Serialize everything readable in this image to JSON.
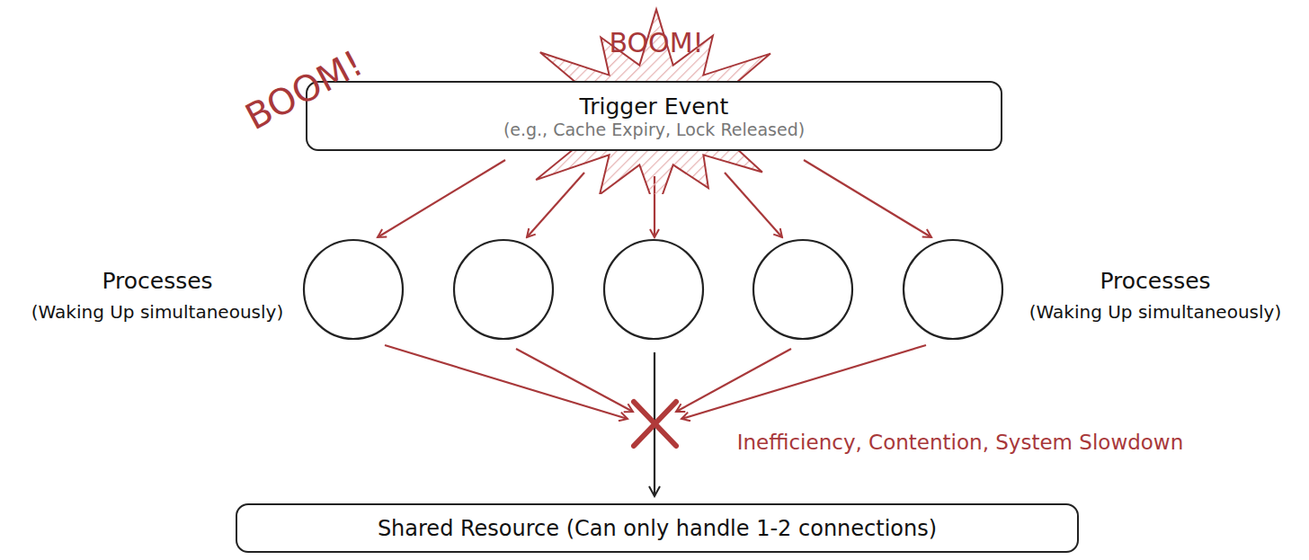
{
  "diagram": {
    "nodes": [
      {
        "text": [
          "BOOM!"
        ]
      },
      {
        "text": [
          "Trigger Event",
          "(e.g., Cache Expiry, Lock Released)"
        ]
      },
      {
        "text": [
          "Shared Resource (Can only handle 1-2 connections)"
        ]
      }
    ],
    "labels": [
      "BOOM!",
      "Processes",
      "(Waking Up simultaneously)",
      "Processes",
      "(Waking Up simultaneously)",
      "Inefficiency, Contention, System Slowdown"
    ]
  }
}
